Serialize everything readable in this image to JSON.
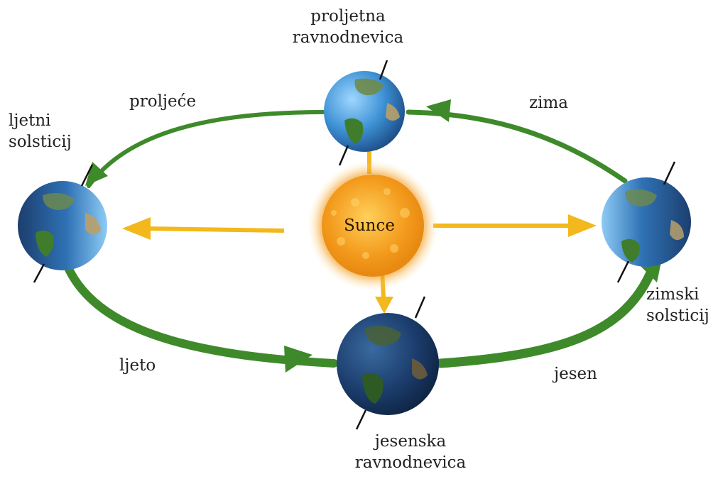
{
  "sun": {
    "label": "Sunce"
  },
  "positions": {
    "spring_equinox": {
      "line1": "proljetna",
      "line2": "ravnodnevica"
    },
    "summer_solstice": {
      "line1": "ljetni",
      "line2": "solsticij"
    },
    "winter_solstice": {
      "line1": "zimski",
      "line2": "solsticij"
    },
    "autumn_equinox": {
      "line1": "jesenska",
      "line2": "ravnodnevica"
    }
  },
  "seasons": {
    "spring": "proljeće",
    "winter": "zima",
    "summer": "ljeto",
    "autumn": "jesen"
  },
  "colors": {
    "orbit": "#3e8a2a",
    "sunlight_arrow": "#f2b81c",
    "sun_core": "#f7a020",
    "earth_lit": "#3f93d6",
    "earth_dark": "#1c3e6e",
    "axis": "#111111"
  }
}
